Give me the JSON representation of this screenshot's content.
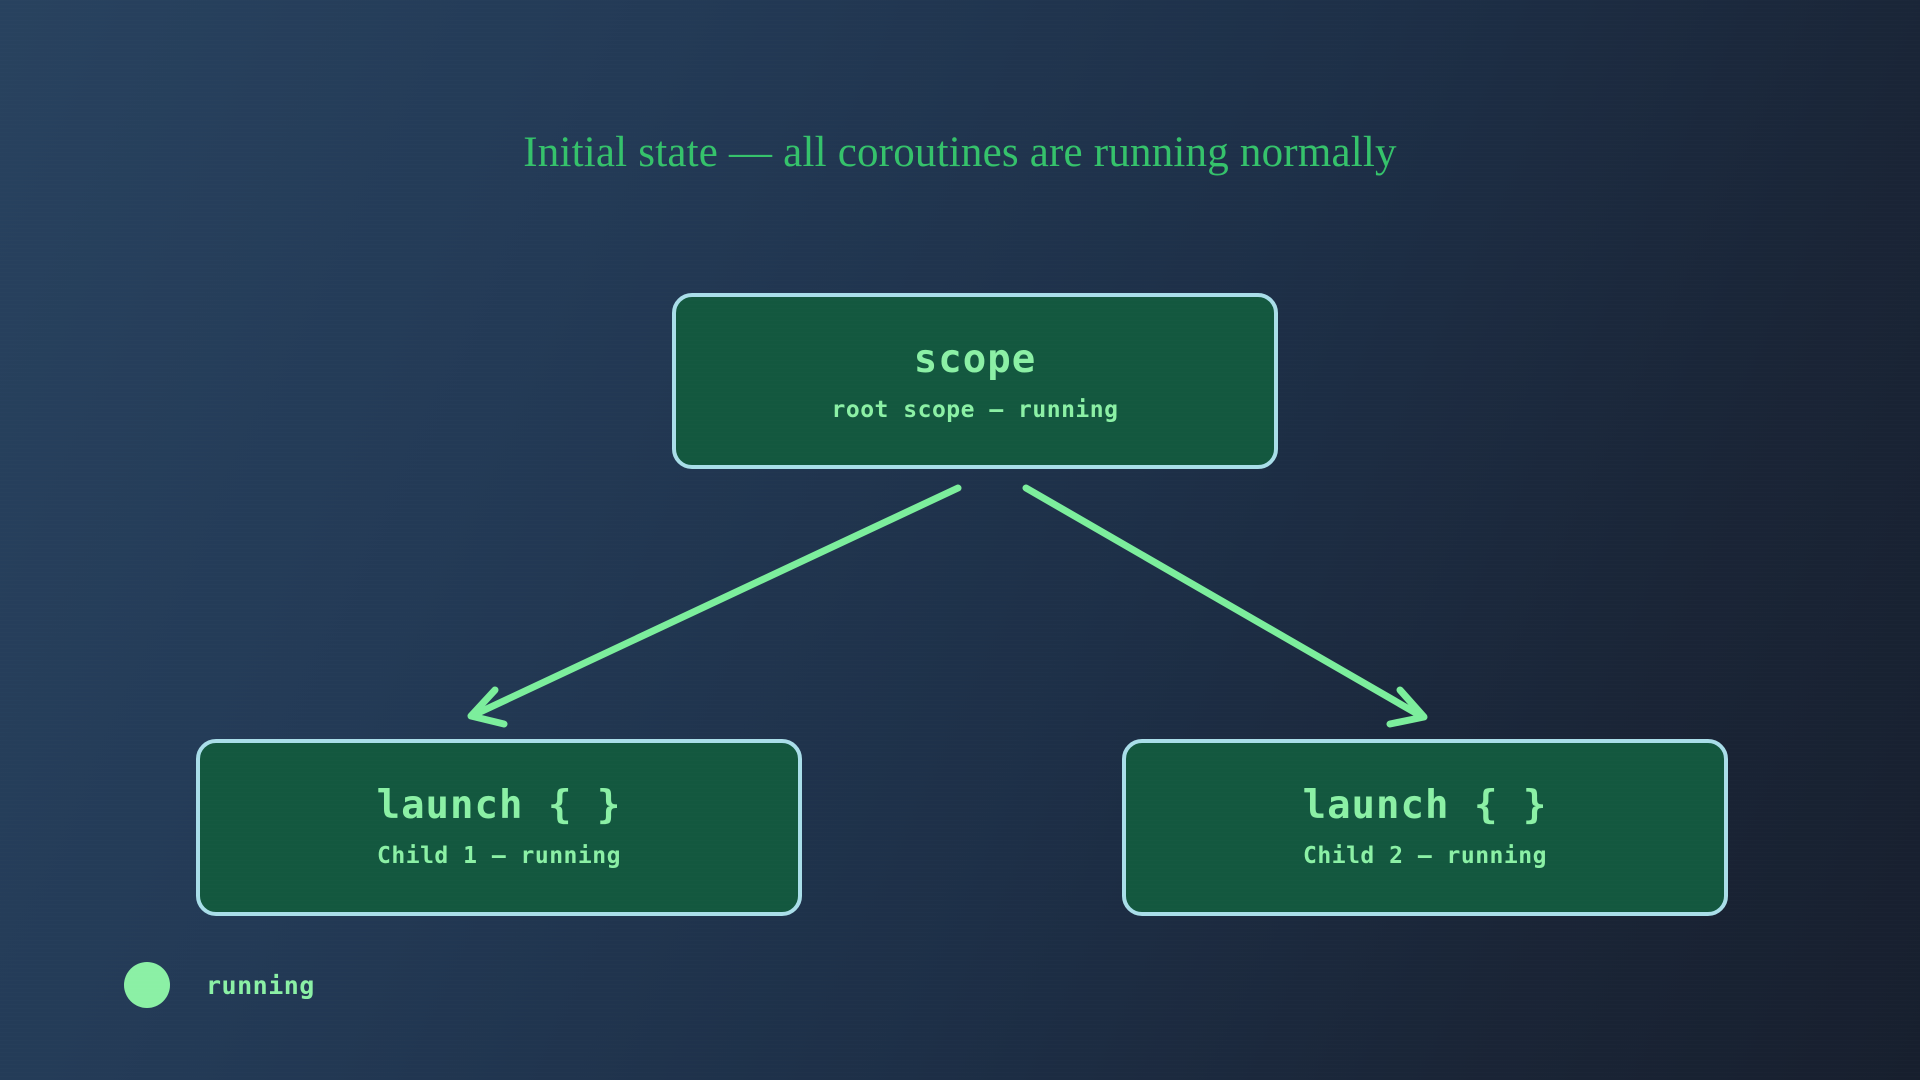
{
  "title": "Initial state — all coroutines are running normally",
  "colors": {
    "background_left": "#28425f",
    "background_right": "#171f2e",
    "title_green": "#35c26b",
    "node_fill": "#13583f",
    "node_border": "#a9dee9",
    "node_text": "#8bf0a5",
    "arrow": "#7cee9c",
    "legend_running": "#8bf0a5"
  },
  "nodes": {
    "scope": {
      "title": "scope",
      "subtitle": "root scope — running",
      "state": "running"
    },
    "child1": {
      "title": "launch { }",
      "subtitle": "Child 1 — running",
      "state": "running"
    },
    "child2": {
      "title": "launch { }",
      "subtitle": "Child 2 — running",
      "state": "running"
    }
  },
  "edges": [
    {
      "name": "scope-to-child1",
      "from": "scope",
      "to": "child1"
    },
    {
      "name": "scope-to-child2",
      "from": "scope",
      "to": "child2"
    }
  ],
  "legend": {
    "items": [
      {
        "label": "running",
        "color": "#8bf0a5"
      }
    ]
  }
}
